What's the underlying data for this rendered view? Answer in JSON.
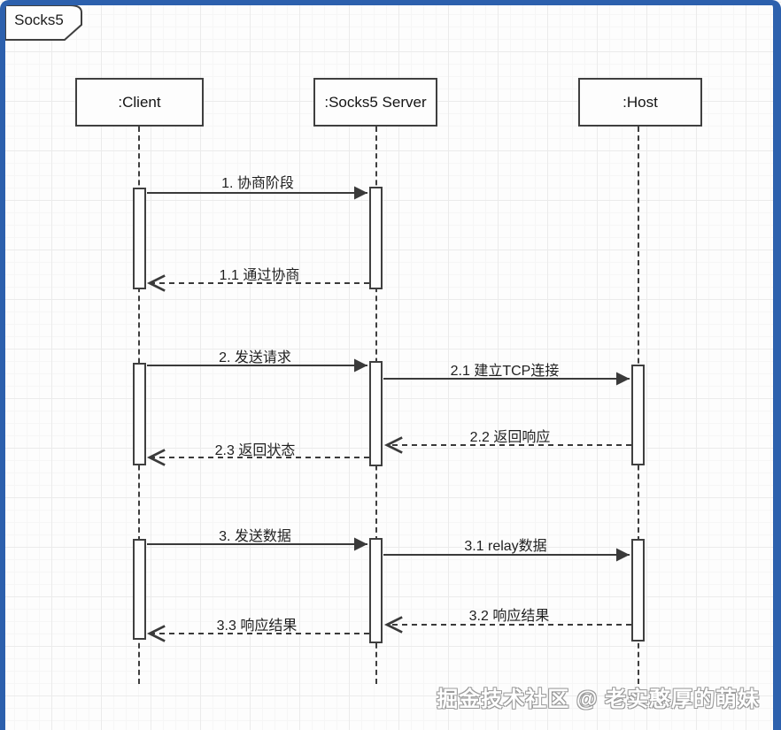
{
  "frame": {
    "title": "Socks5"
  },
  "participants": [
    {
      "id": "client",
      "label": ":Client"
    },
    {
      "id": "socks5-server",
      "label": ":Socks5 Server"
    },
    {
      "id": "host",
      "label": ":Host"
    }
  ],
  "messages": [
    {
      "label": "1. 协商阶段",
      "type": "solid",
      "from": "client",
      "to": "socks5-server"
    },
    {
      "label": "1.1 通过协商",
      "type": "dashed",
      "from": "socks5-server",
      "to": "client"
    },
    {
      "label": "2. 发送请求",
      "type": "solid",
      "from": "client",
      "to": "socks5-server"
    },
    {
      "label": "2.1 建立TCP连接",
      "type": "solid",
      "from": "socks5-server",
      "to": "host"
    },
    {
      "label": "2.2 返回响应",
      "type": "dashed",
      "from": "host",
      "to": "socks5-server"
    },
    {
      "label": "2.3 返回状态",
      "type": "dashed",
      "from": "socks5-server",
      "to": "client"
    },
    {
      "label": "3. 发送数据",
      "type": "solid",
      "from": "client",
      "to": "socks5-server"
    },
    {
      "label": "3.1 relay数据",
      "type": "solid",
      "from": "socks5-server",
      "to": "host"
    },
    {
      "label": "3.2 响应结果",
      "type": "dashed",
      "from": "host",
      "to": "socks5-server"
    },
    {
      "label": "3.3 响应结果",
      "type": "dashed",
      "from": "socks5-server",
      "to": "client"
    }
  ],
  "watermark": "掘金技术社区 @ 老实憨厚的萌妹",
  "colors": {
    "frame_border": "#2c60ad",
    "diagram_lines": "#3a3a3a",
    "shape_fill": "#fdfdfd"
  }
}
